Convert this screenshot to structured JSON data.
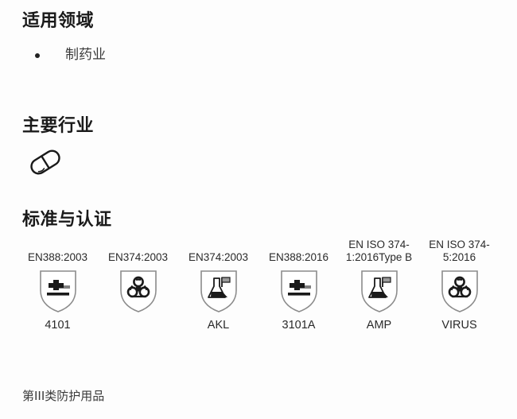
{
  "sections": {
    "application": {
      "heading": "适用领域",
      "items": [
        {
          "label": "制药业"
        }
      ]
    },
    "industry": {
      "heading": "主要行业",
      "icons": [
        {
          "name": "capsule-pill-icon"
        }
      ]
    },
    "standards": {
      "heading": "标准与认证",
      "columns": [
        {
          "standard": "EN388:2003",
          "icon": "mechanical-hazard-shield-icon",
          "caption": "4101"
        },
        {
          "standard": "EN374:2003",
          "icon": "biohazard-shield-icon",
          "caption": ""
        },
        {
          "standard": "EN374:2003",
          "icon": "chemical-flask-shield-icon",
          "caption": "AKL"
        },
        {
          "standard": "EN388:2016",
          "icon": "mechanical-hazard-shield-icon",
          "caption": "3101A"
        },
        {
          "standard": "EN ISO 374-1:2016Type B",
          "icon": "chemical-flask-shield-icon",
          "caption": "AMP"
        },
        {
          "standard": "EN ISO 374-5:2016",
          "icon": "biohazard-shield-icon",
          "caption": "VIRUS"
        }
      ]
    }
  },
  "footer": {
    "note": "第III类防护用品"
  },
  "colors": {
    "background": "#fdfdfd",
    "text": "#2a2a2a",
    "heading": "#1a1a1a",
    "shield_outline": "#8c8c8c",
    "pictogram": "#1a1a1a"
  }
}
